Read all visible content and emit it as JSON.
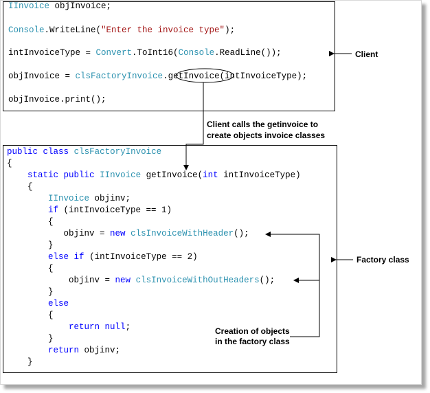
{
  "client_code": [
    [
      {
        "t": "IInvoice",
        "c": "ty"
      },
      {
        "t": " objInvoice;"
      }
    ],
    [
      {
        "t": "Console",
        "c": "ty"
      },
      {
        "t": ".WriteLine("
      },
      {
        "t": "\"Enter the invoice type\"",
        "c": "st"
      },
      {
        "t": ");"
      }
    ],
    [
      {
        "t": "intInvoiceType = "
      },
      {
        "t": "Convert",
        "c": "ty"
      },
      {
        "t": ".ToInt16("
      },
      {
        "t": "Console",
        "c": "ty"
      },
      {
        "t": ".ReadLine());"
      }
    ],
    [
      {
        "t": "objInvoice = "
      },
      {
        "t": "clsFactoryInvoice",
        "c": "ty"
      },
      {
        "t": ".getInvoice(intInvoiceType);"
      }
    ],
    [
      {
        "t": "objInvoice.print();"
      }
    ]
  ],
  "factory_code": [
    [
      {
        "t": "public",
        "c": "kw"
      },
      {
        "t": " "
      },
      {
        "t": "class",
        "c": "kw"
      },
      {
        "t": " "
      },
      {
        "t": "clsFactoryInvoice",
        "c": "ty"
      }
    ],
    [
      {
        "t": "{"
      }
    ],
    [
      {
        "t": "    "
      },
      {
        "t": "static",
        "c": "kw"
      },
      {
        "t": " "
      },
      {
        "t": "public",
        "c": "kw"
      },
      {
        "t": " "
      },
      {
        "t": "IInvoice",
        "c": "ty"
      },
      {
        "t": " getInvoice("
      },
      {
        "t": "int",
        "c": "kw"
      },
      {
        "t": " intInvoiceType)"
      }
    ],
    [
      {
        "t": "    {"
      }
    ],
    [
      {
        "t": "        "
      },
      {
        "t": "IInvoice",
        "c": "ty"
      },
      {
        "t": " objinv;"
      }
    ],
    [
      {
        "t": "        "
      },
      {
        "t": "if",
        "c": "kw"
      },
      {
        "t": " (intInvoiceType == 1)"
      }
    ],
    [
      {
        "t": "        {"
      }
    ],
    [
      {
        "t": "           objinv = "
      },
      {
        "t": "new",
        "c": "kw"
      },
      {
        "t": " "
      },
      {
        "t": "clsInvoiceWithHeader",
        "c": "ty"
      },
      {
        "t": "();"
      }
    ],
    [
      {
        "t": "        }"
      }
    ],
    [
      {
        "t": "        "
      },
      {
        "t": "else",
        "c": "kw"
      },
      {
        "t": " "
      },
      {
        "t": "if",
        "c": "kw"
      },
      {
        "t": " (intInvoiceType == 2)"
      }
    ],
    [
      {
        "t": "        {"
      }
    ],
    [
      {
        "t": "            objinv = "
      },
      {
        "t": "new",
        "c": "kw"
      },
      {
        "t": " "
      },
      {
        "t": "clsInvoiceWithOutHeaders",
        "c": "ty"
      },
      {
        "t": "();"
      }
    ],
    [
      {
        "t": "        }"
      }
    ],
    [
      {
        "t": "        "
      },
      {
        "t": "else",
        "c": "kw"
      }
    ],
    [
      {
        "t": "        {"
      }
    ],
    [
      {
        "t": "            "
      },
      {
        "t": "return",
        "c": "kw"
      },
      {
        "t": " "
      },
      {
        "t": "null",
        "c": "kw"
      },
      {
        "t": ";"
      }
    ],
    [
      {
        "t": "        }"
      }
    ],
    [
      {
        "t": "        "
      },
      {
        "t": "return",
        "c": "kw"
      },
      {
        "t": " objinv;"
      }
    ],
    [
      {
        "t": "    }"
      }
    ]
  ],
  "labels": {
    "client": "Client",
    "calls_line1": "Client calls the getinvoice to",
    "calls_line2": "create objects invoice classes",
    "factory": "Factory class",
    "creation_line1": "Creation of objects",
    "creation_line2": "in the factory class"
  },
  "colors": {
    "keyword": "#0000ff",
    "type": "#2b91af",
    "string": "#a31515"
  }
}
